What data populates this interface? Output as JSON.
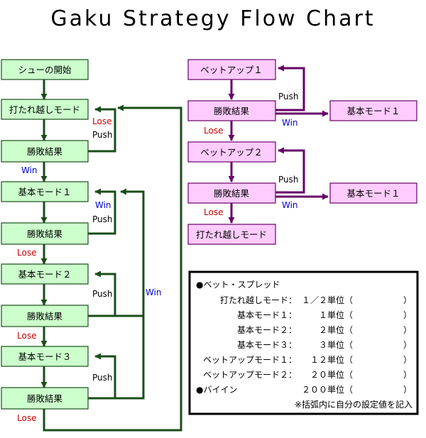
{
  "title": "Gaku Strategy Flow Chart",
  "colors": {
    "green_fill": "#ccffcc",
    "green_stroke": "#1a4d1a",
    "green_arrow": "#1a4d1a",
    "pink_fill": "#ffccff",
    "pink_stroke": "#660066",
    "purple_arrow": "#660066",
    "lose": "#cc0000",
    "win": "#0000cc",
    "push": "#000000"
  },
  "left_flow": {
    "nodes": [
      "シューの開始",
      "打たれ越しモード",
      "勝敗結果",
      "基本モード１",
      "勝敗結果",
      "基本モード２",
      "勝敗結果",
      "基本モード３",
      "勝敗結果"
    ],
    "labels": {
      "lose1": "Lose",
      "push1": "Push",
      "win1": "Win",
      "win2": "Win",
      "push2": "Push",
      "lose2": "Lose",
      "push3": "Push",
      "win_big": "Win",
      "lose3": "Lose",
      "push4": "Push",
      "lose4": "Lose"
    }
  },
  "right_flow": {
    "nodes": [
      "ベットアップ１",
      "勝敗結果",
      "基本モード１",
      "ベットアップ２",
      "勝敗結果",
      "基本モード１",
      "打たれ越しモード"
    ],
    "labels": {
      "push1": "Push",
      "win1": "Win",
      "lose1": "Lose",
      "push2": "Push",
      "win2": "Win",
      "lose2": "Lose"
    }
  },
  "info_box": {
    "heading": "●ベット・スプレッド",
    "rows": [
      {
        "label": "打たれ越しモード：",
        "value": "１／２単位（",
        "close": "）"
      },
      {
        "label": "基本モード１：",
        "value": "１単位（",
        "close": "）"
      },
      {
        "label": "基本モード２：",
        "value": "２単位（",
        "close": "）"
      },
      {
        "label": "基本モード３：",
        "value": "３単位（",
        "close": "）"
      },
      {
        "label": "ベットアップモード１：",
        "value": "１２単位（",
        "close": "）"
      },
      {
        "label": "ベットアップモード２：",
        "value": "２０単位（",
        "close": "）"
      },
      {
        "label": "●バイイン",
        "value": "２００単位（",
        "close": "）"
      }
    ],
    "note": "※括弧内に自分の設定値を記入"
  }
}
